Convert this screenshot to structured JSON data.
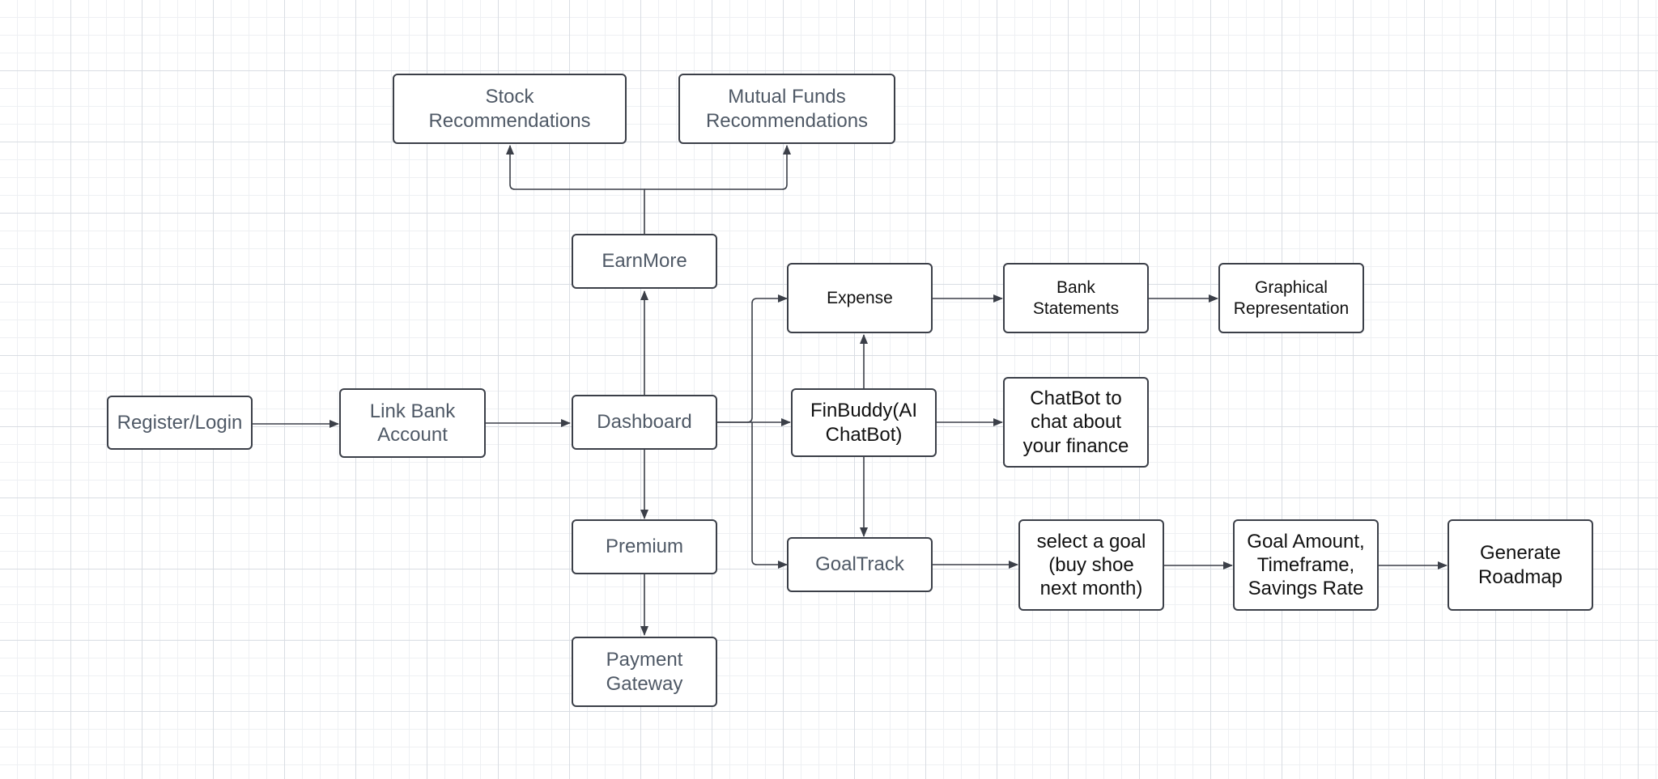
{
  "canvas": {
    "background": "#ffffff",
    "grid_color": "#d9dde3",
    "line_color": "#3b3f48"
  },
  "nodes": {
    "register": "Register/Login",
    "link_bank": "Link Bank\nAccount",
    "dashboard": "Dashboard",
    "earnmore": "EarnMore",
    "stock": "Stock\nRecommendations",
    "mutual": "Mutual Funds\nRecommendations",
    "premium": "Premium",
    "payment": "Payment\nGateway",
    "expense": "Expense",
    "bank_statements": "Bank\nStatements",
    "graphical": "Graphical\nRepresentation",
    "finbuddy": "FinBuddy(AI\nChatBot)",
    "chatbot_desc": "ChatBot to\nchat about\nyour finance",
    "goaltrack": "GoalTrack",
    "select_goal": "select a goal\n(buy shoe\nnext month)",
    "goal_amount": "Goal Amount,\nTimeframe,\nSavings Rate",
    "roadmap": "Generate\nRoadmap"
  }
}
